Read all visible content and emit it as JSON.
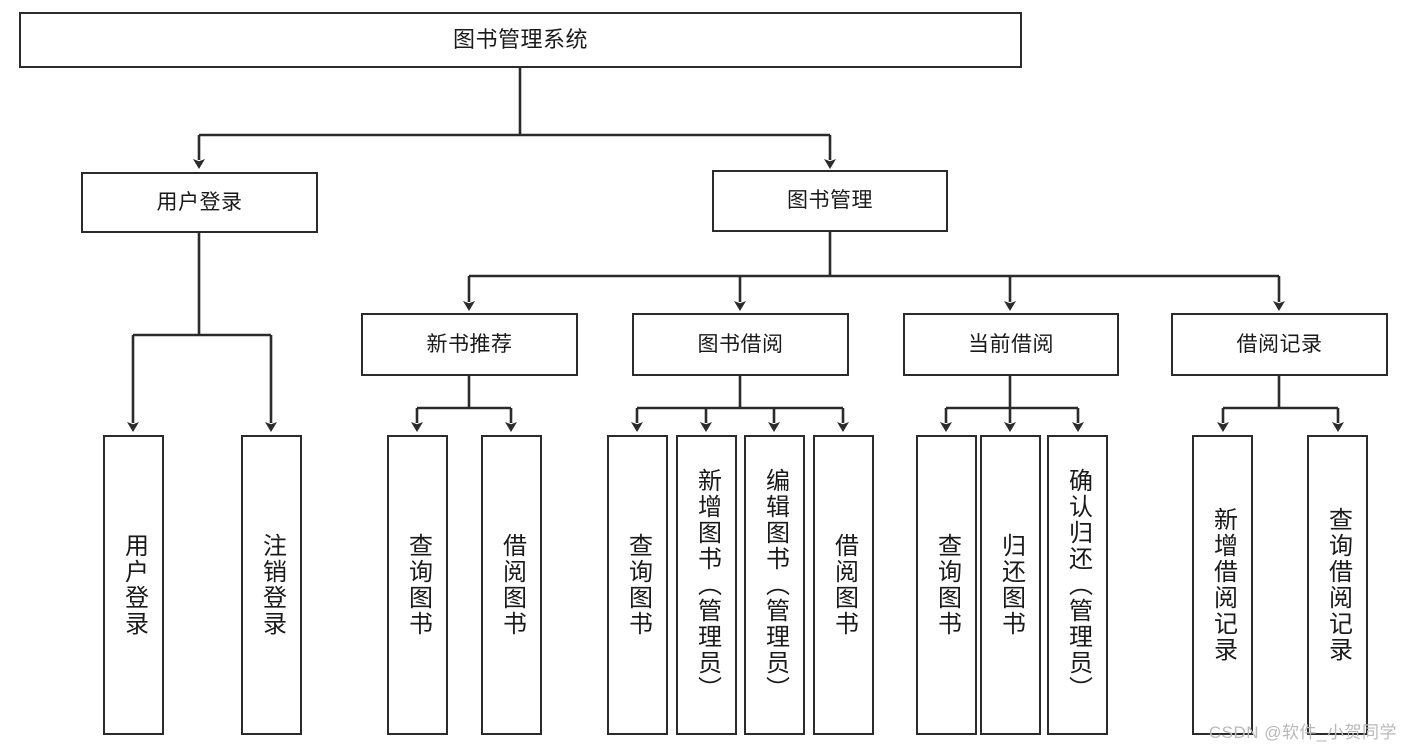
{
  "diagram": {
    "type": "tree-hierarchy",
    "title": "图书管理系统",
    "orientation": "top-down",
    "colors": {
      "box_border": "#2b2b2b",
      "box_fill": "#ffffff",
      "edge": "#2b2b2b",
      "text": "#1a1a1a",
      "watermark": "#b9b9b9"
    },
    "root": {
      "label": "图书管理系统"
    },
    "level2": [
      {
        "id": "user-login",
        "label": "用户登录"
      },
      {
        "id": "book-manage",
        "label": "图书管理"
      }
    ],
    "level3": [
      {
        "id": "new-book-recommend",
        "label": "新书推荐"
      },
      {
        "id": "book-borrow",
        "label": "图书借阅"
      },
      {
        "id": "current-borrow",
        "label": "当前借阅"
      },
      {
        "id": "borrow-record",
        "label": "借阅记录"
      }
    ],
    "leaves": {
      "user-login": [
        {
          "id": "leaf-user-login",
          "label": "用户登录"
        },
        {
          "id": "leaf-logout-login",
          "label": "注销登录"
        }
      ],
      "new-book-recommend": [
        {
          "id": "leaf-query-book-1",
          "label": "查询图书"
        },
        {
          "id": "leaf-borrow-book-1",
          "label": "借阅图书"
        }
      ],
      "book-borrow": [
        {
          "id": "leaf-query-book-2",
          "label": "查询图书"
        },
        {
          "id": "leaf-add-book",
          "label": "新增图书（管理员）"
        },
        {
          "id": "leaf-edit-book",
          "label": "编辑图书（管理员）"
        },
        {
          "id": "leaf-borrow-book-2",
          "label": "借阅图书"
        }
      ],
      "current-borrow": [
        {
          "id": "leaf-query-book-3",
          "label": "查询图书"
        },
        {
          "id": "leaf-return-book",
          "label": "归还图书"
        },
        {
          "id": "leaf-confirm-return",
          "label": "确认归还（管理员）"
        }
      ],
      "borrow-record": [
        {
          "id": "leaf-add-record",
          "label": "新增借阅记录"
        },
        {
          "id": "leaf-query-record",
          "label": "查询借阅记录"
        }
      ]
    },
    "watermark": "CSDN @软件_小贺同学"
  }
}
